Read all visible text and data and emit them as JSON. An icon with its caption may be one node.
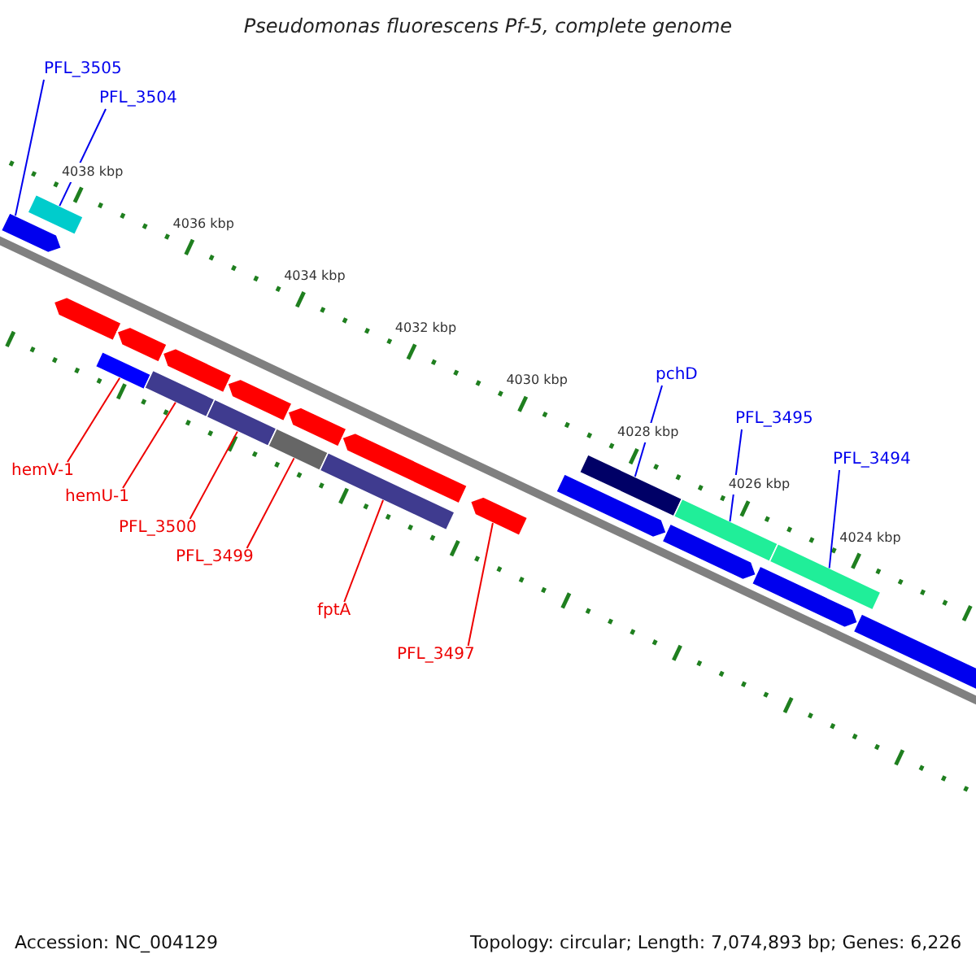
{
  "diagram": {
    "title": "Pseudomonas fluorescens Pf-5, complete genome",
    "nodes": [
      {
        "text": [
          "PFL_3505"
        ]
      },
      {
        "text": [
          "PFL_3504"
        ]
      },
      {
        "text": [
          "pchD"
        ]
      },
      {
        "text": [
          "PFL_3495"
        ]
      },
      {
        "text": [
          "PFL_3494"
        ]
      },
      {
        "text": [
          "hemV-1"
        ]
      },
      {
        "text": [
          "hemU-1"
        ]
      },
      {
        "text": [
          "PFL_3500"
        ]
      },
      {
        "text": [
          "PFL_3499"
        ]
      },
      {
        "text": [
          "fptA"
        ]
      },
      {
        "text": [
          "PFL_3497"
        ]
      },
      {
        "text": [],
        "shape": "bar"
      },
      {
        "text": [],
        "shape": "bar"
      },
      {
        "text": [],
        "shape": "bar"
      },
      {
        "text": [],
        "shape": "bar"
      },
      {
        "text": [],
        "shape": "bar"
      },
      {
        "text": [],
        "shape": "bar"
      },
      {
        "text": [],
        "shape": "bar"
      },
      {
        "text": [],
        "shape": "bar"
      },
      {
        "text": [],
        "shape": "bar"
      },
      {
        "text": [],
        "shape": "bar"
      },
      {
        "text": [],
        "shape": "bar"
      },
      {
        "text": [],
        "shape": "bar"
      },
      {
        "text": [],
        "shape": "bar"
      },
      {
        "text": [],
        "shape": "bar"
      },
      {
        "text": [],
        "shape": "bar"
      },
      {
        "text": [],
        "shape": "bar"
      },
      {
        "text": [],
        "shape": "bar"
      },
      {
        "text": [],
        "shape": "bar"
      },
      {
        "text": [],
        "shape": "bar"
      },
      {
        "text": [],
        "shape": "bar"
      },
      {
        "text": [],
        "shape": "bar"
      }
    ],
    "edges": [
      {
        "from": 0,
        "to": 11,
        "arrow": "none",
        "color": "#0000ee"
      },
      {
        "from": 1,
        "to": 12,
        "arrow": "none",
        "color": "#0000ee"
      },
      {
        "from": 2,
        "to": 26,
        "arrow": "none",
        "color": "#0000ee"
      },
      {
        "from": 3,
        "to": 27,
        "arrow": "none",
        "color": "#0000ee"
      },
      {
        "from": 4,
        "to": 30,
        "arrow": "none",
        "color": "#0000ee"
      },
      {
        "from": 5,
        "to": 14,
        "arrow": "none"
      },
      {
        "from": 6,
        "to": 16,
        "arrow": "none"
      },
      {
        "from": 7,
        "to": 18,
        "arrow": "none"
      },
      {
        "from": 8,
        "to": 20,
        "arrow": "none"
      },
      {
        "from": 9,
        "to": 22,
        "arrow": "none"
      },
      {
        "from": 10,
        "to": 24,
        "arrow": "none"
      }
    ],
    "labels": [
      "4038 kbp",
      "4036 kbp",
      "4034 kbp",
      "4032 kbp",
      "4030 kbp",
      "4028 kbp",
      "4026 kbp",
      "4024 kbp",
      "Accession: NC_004129",
      "Topology: circular; Length: 7,074,893 bp; Genes: 6,226"
    ]
  }
}
